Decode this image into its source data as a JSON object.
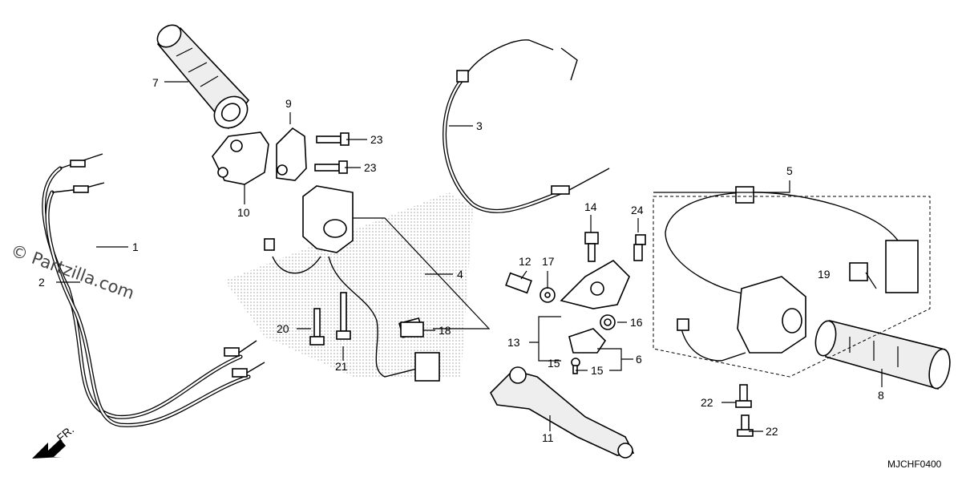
{
  "watermark": "© Partzilla.com",
  "diagram_code": "MJCHF0400",
  "direction_label": "FR.",
  "callouts": {
    "c1": "1",
    "c2": "2",
    "c3": "3",
    "c4": "4",
    "c5": "5",
    "c6": "6",
    "c7": "7",
    "c8": "8",
    "c9": "9",
    "c10": "10",
    "c11": "11",
    "c12": "12",
    "c13": "13",
    "c14": "14",
    "c15a": "15",
    "c15b": "15",
    "c16": "16",
    "c17": "17",
    "c18": "18",
    "c19": "19",
    "c20": "20",
    "c21": "21",
    "c22a": "22",
    "c22b": "22",
    "c23a": "23",
    "c23b": "23",
    "c24": "24"
  },
  "colors": {
    "line": "#000000",
    "background": "#ffffff",
    "shading": "#bbbbbb"
  }
}
